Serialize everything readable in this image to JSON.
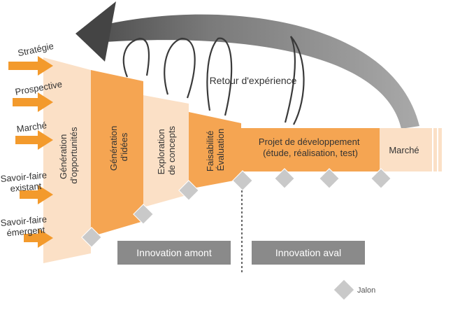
{
  "inputs": [
    "Stratégie",
    "Prospective",
    "Marché",
    "Savoir-faire existant",
    "Savoir-faire émergent"
  ],
  "stages": {
    "generation_opportunites": [
      "Génération",
      "d'opportunités"
    ],
    "generation_idees": [
      "Génération",
      "d'idées"
    ],
    "exploration_concepts": [
      "Exploration",
      "de concepts"
    ],
    "faisabilite": [
      "Faisabilité",
      "Évaluation"
    ],
    "projet": [
      "Projet de développement",
      "(étude, réalisation, test)"
    ],
    "marche": "Marché"
  },
  "feedback_label": "Retour d'expérience",
  "phases": {
    "amont": "Innovation amont",
    "aval": "Innovation aval"
  },
  "legend": {
    "jalon": "Jalon"
  },
  "colors": {
    "light_orange": "#fbe0c6",
    "orange": "#f5a552",
    "arrow_orange": "#f39a2c",
    "milestone_gray": "#c9c9c9",
    "phase_bar": "#8a8a8a",
    "feedback_arrow": "#757575"
  }
}
